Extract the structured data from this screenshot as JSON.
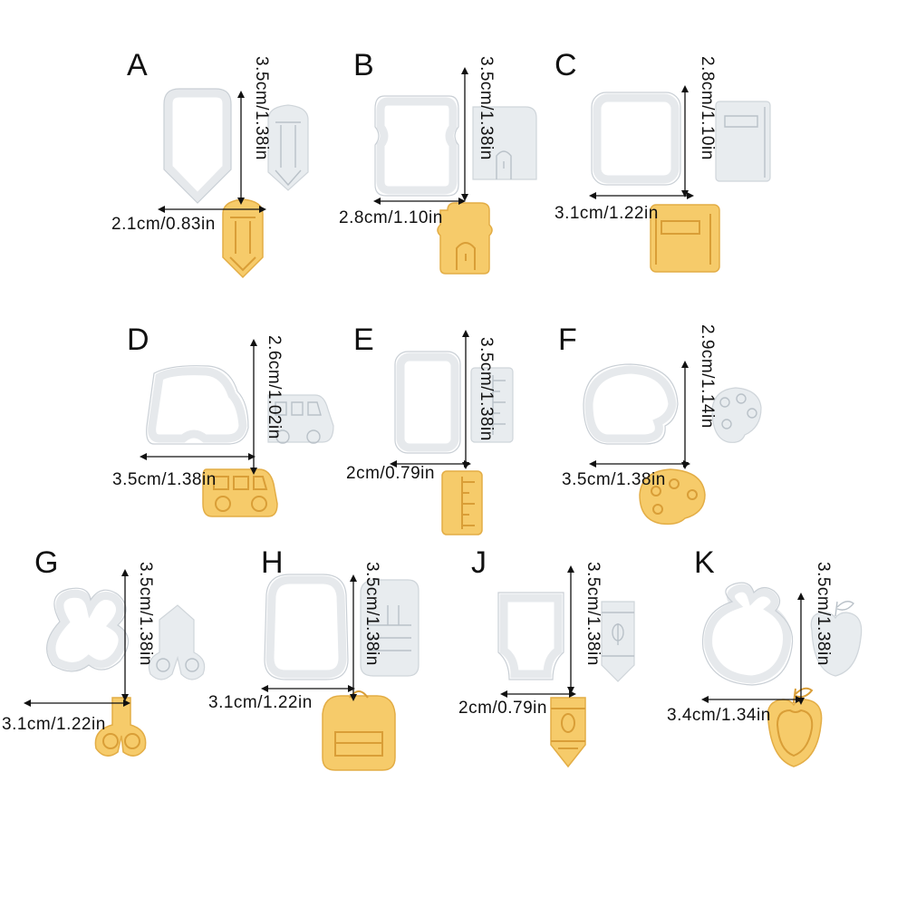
{
  "items": [
    {
      "letter": "A",
      "width": "2.1cm/0.83in",
      "height": "3.5cm/1.38in",
      "shape": "pencil"
    },
    {
      "letter": "B",
      "width": "2.8cm/1.10in",
      "height": "3.5cm/1.38in",
      "shape": "school-house"
    },
    {
      "letter": "C",
      "width": "3.1cm/1.22in",
      "height": "2.8cm/1.10in",
      "shape": "notebook"
    },
    {
      "letter": "D",
      "width": "3.5cm/1.38in",
      "height": "2.6cm/1.02in",
      "shape": "school-bus"
    },
    {
      "letter": "E",
      "width": "2cm/0.79in",
      "height": "3.5cm/1.38in",
      "shape": "ruler"
    },
    {
      "letter": "F",
      "width": "3.5cm/1.38in",
      "height": "2.9cm/1.14in",
      "shape": "paint-palette"
    },
    {
      "letter": "G",
      "width": "3.1cm/1.22in",
      "height": "3.5cm/1.38in",
      "shape": "scissors"
    },
    {
      "letter": "H",
      "width": "3.1cm/1.22in",
      "height": "3.5cm/1.38in",
      "shape": "backpack"
    },
    {
      "letter": "J",
      "width": "2cm/0.79in",
      "height": "3.5cm/1.38in",
      "shape": "crayon"
    },
    {
      "letter": "K",
      "width": "3.4cm/1.34in",
      "height": "3.5cm/1.38in",
      "shape": "apple"
    }
  ],
  "colors": {
    "cookie": "#f6cb6a",
    "cutter": "#e6e9ec",
    "text": "#111111",
    "background": "#ffffff"
  }
}
